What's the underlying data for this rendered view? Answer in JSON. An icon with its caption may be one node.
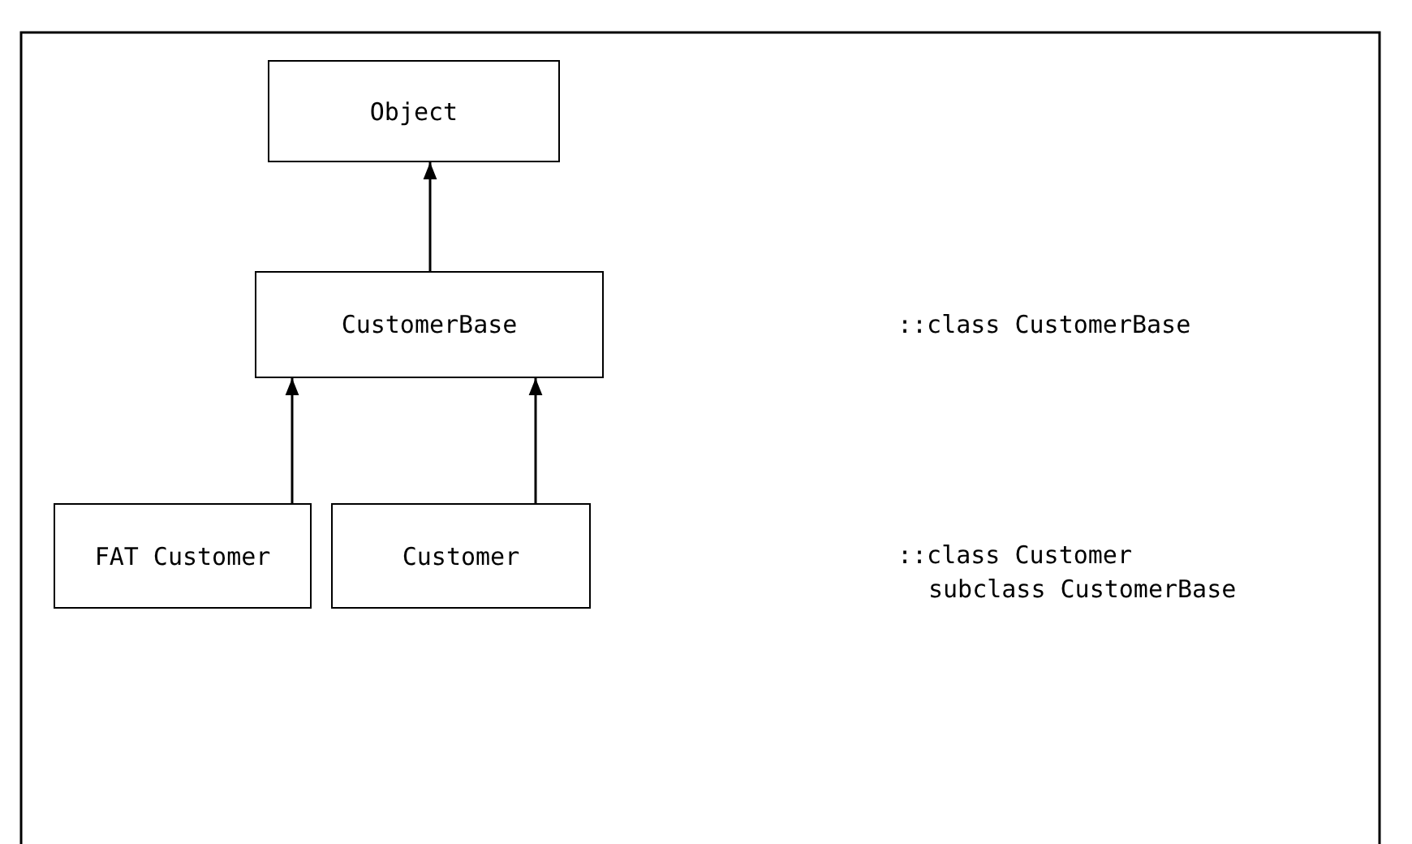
{
  "diagram": {
    "nodes": [
      {
        "text": [
          "Object"
        ]
      },
      {
        "text": [
          "CustomerBase"
        ]
      },
      {
        "text": [
          "FAT Customer"
        ]
      },
      {
        "text": [
          "Customer"
        ]
      }
    ],
    "edges": [
      {
        "from": 1,
        "to": 0,
        "arrow": "to"
      },
      {
        "from": 2,
        "to": 1,
        "arrow": "to"
      },
      {
        "from": 3,
        "to": 1,
        "arrow": "to"
      }
    ],
    "labels": [
      "::class CustomerBase",
      "::class Customer",
      "subclass CustomerBase"
    ]
  }
}
